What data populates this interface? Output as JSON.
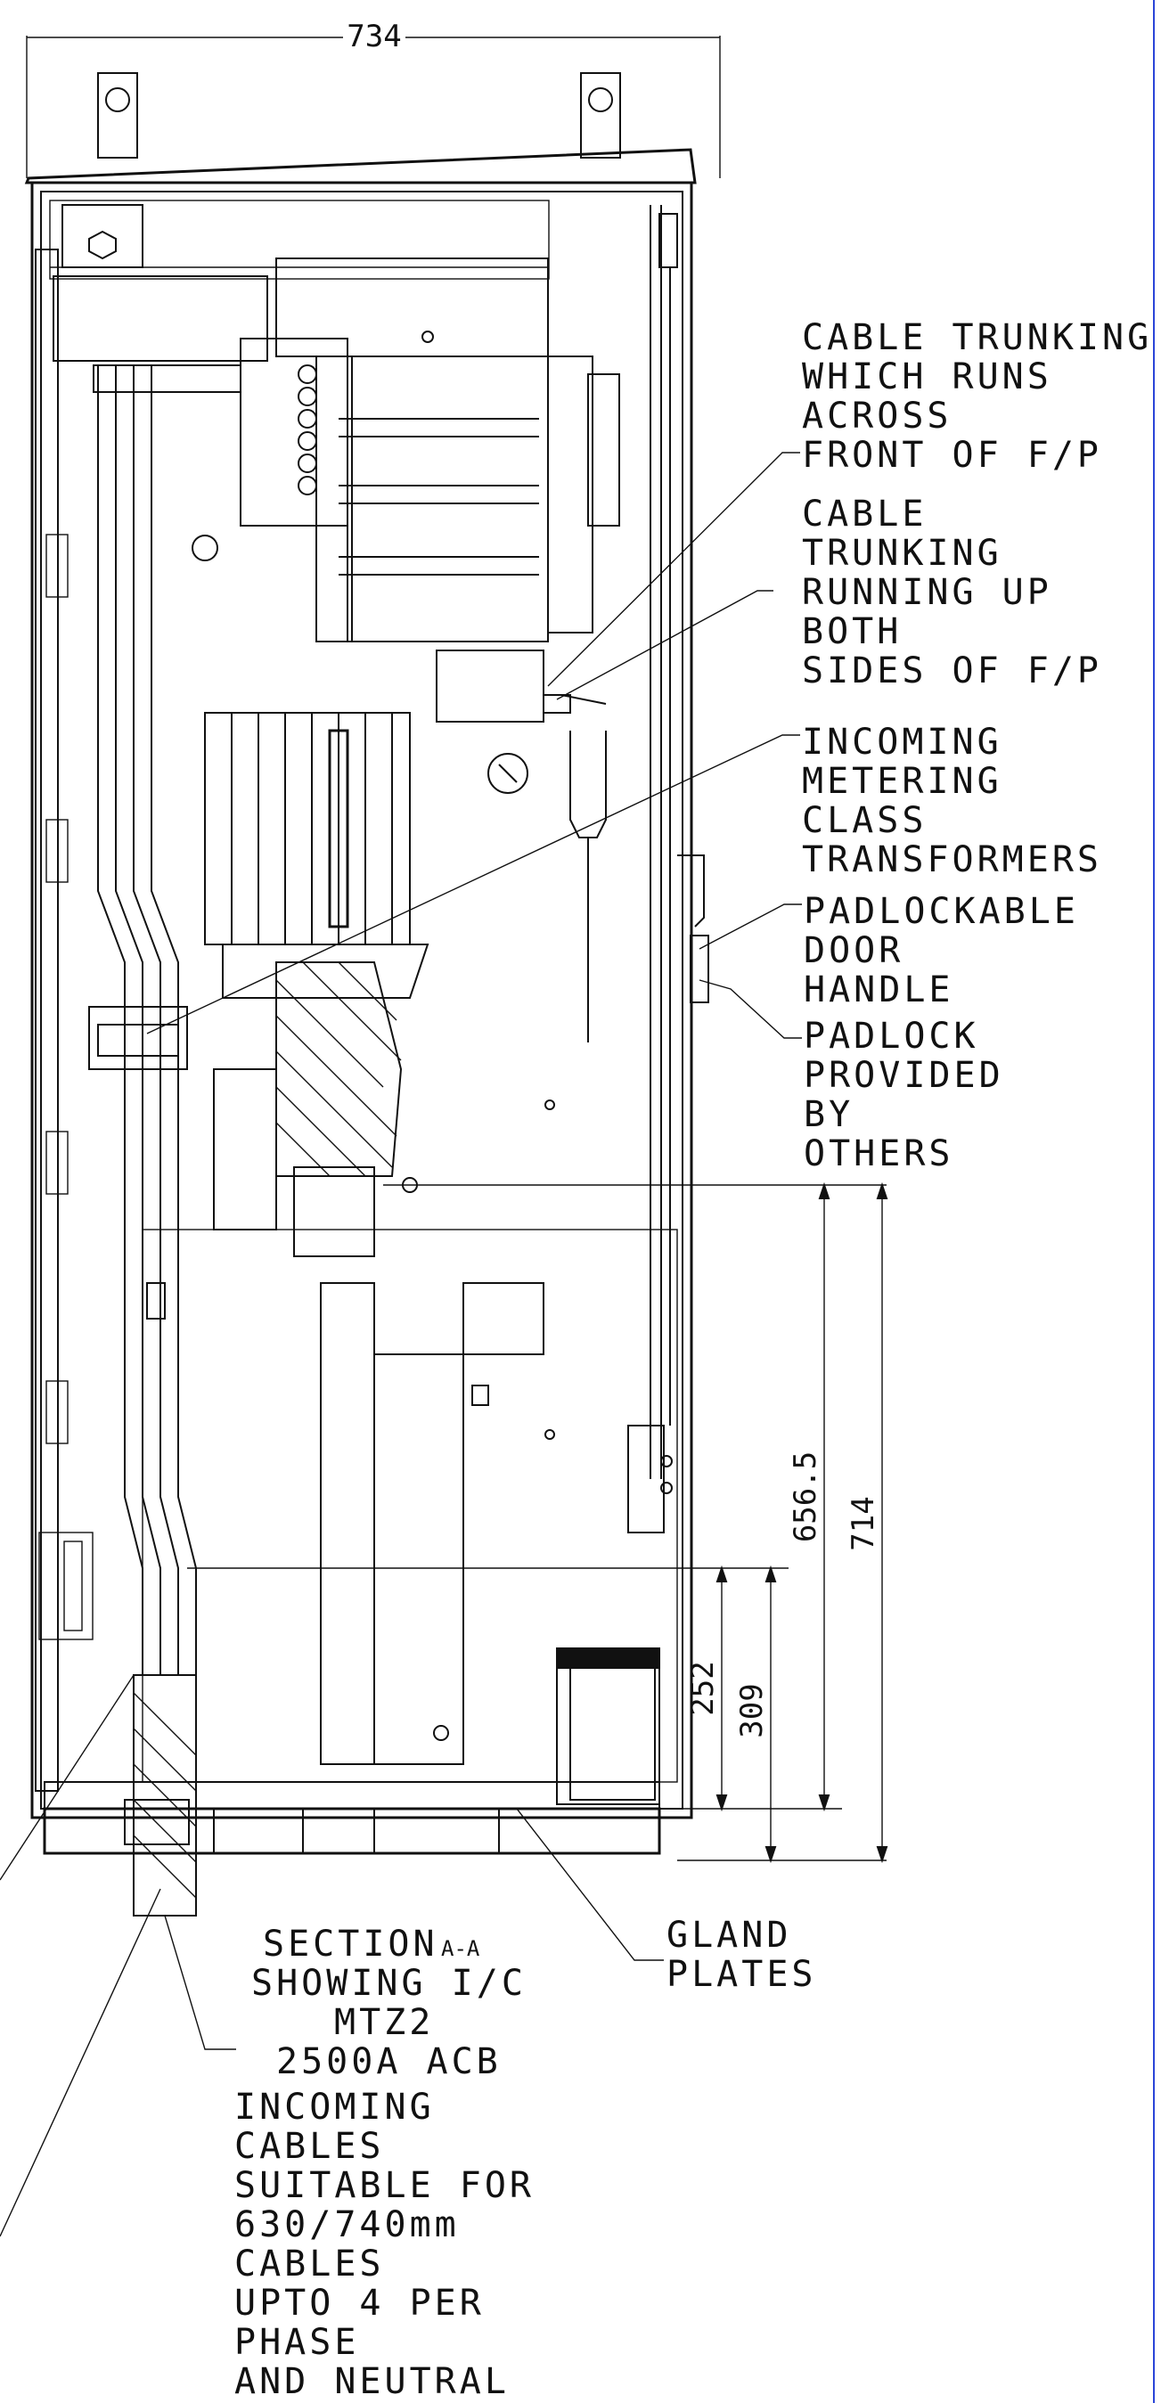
{
  "drawing": {
    "title": {
      "line1": "SECTION",
      "line1_suffix": "A-A",
      "line2": "SHOWING I/C",
      "line3": "MTZ2",
      "line4": "2500A ACB"
    },
    "dimensions": {
      "overall_width": "734",
      "height_a": "656.5",
      "height_b": "714",
      "height_c": "252",
      "height_d": "309"
    },
    "notes": {
      "cable_trunking_front": [
        "CABLE TRUNKING",
        "WHICH RUNS",
        "ACROSS",
        "FRONT OF F/P"
      ],
      "cable_trunking_sides": [
        "CABLE",
        "TRUNKING",
        "RUNNING UP",
        "BOTH",
        "SIDES OF F/P"
      ],
      "metering_transformers": [
        "INCOMING",
        "METERING",
        "CLASS",
        "TRANSFORMERS"
      ],
      "door_handle": [
        "PADLOCKABLE",
        "DOOR",
        "HANDLE"
      ],
      "padlock": [
        "PADLOCK",
        "PROVIDED",
        "BY",
        "OTHERS"
      ],
      "gland_plates": [
        "GLAND",
        "PLATES"
      ],
      "incoming_cables": [
        "INCOMING",
        "CABLES",
        "SUITABLE FOR",
        "630/740mm",
        "CABLES",
        "UPTO 4 PER",
        "PHASE",
        "AND NEUTRAL"
      ]
    }
  }
}
